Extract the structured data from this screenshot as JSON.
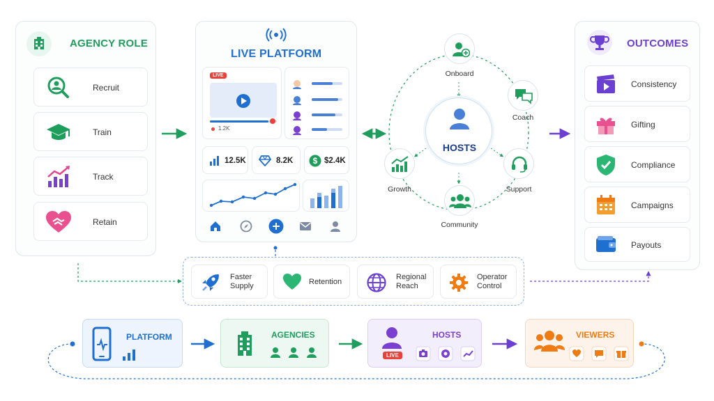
{
  "agency_role": {
    "title": "AGENCY ROLE",
    "items": [
      {
        "label": "Recruit",
        "icon": "magnifier-person-icon"
      },
      {
        "label": "Train",
        "icon": "graduation-cap-icon"
      },
      {
        "label": "Track",
        "icon": "bar-chart-trend-icon"
      },
      {
        "label": "Retain",
        "icon": "heart-handshake-icon"
      }
    ]
  },
  "live_platform": {
    "title": "LIVE PLATFORM",
    "live_badge": "LIVE",
    "viewer_count": "1.2K",
    "stats": [
      {
        "value": "12.5K",
        "icon": "bar-chart-icon"
      },
      {
        "value": "8.2K",
        "icon": "diamond-icon"
      },
      {
        "value": "$2.4K",
        "icon": "dollar-coin-icon"
      }
    ],
    "nav": [
      "home-icon",
      "compass-icon",
      "plus-circle-icon",
      "mail-icon",
      "user-icon"
    ]
  },
  "hosts_hub": {
    "center": "HOSTS",
    "nodes": [
      "Onboard",
      "Coach",
      "Support",
      "Community",
      "Growth"
    ]
  },
  "outcomes": {
    "title": "OUTCOMES",
    "items": [
      {
        "label": "Consistency",
        "icon": "clapper-play-icon"
      },
      {
        "label": "Gifting",
        "icon": "gift-icon"
      },
      {
        "label": "Compliance",
        "icon": "shield-check-icon"
      },
      {
        "label": "Campaigns",
        "icon": "calendar-icon"
      },
      {
        "label": "Payouts",
        "icon": "wallet-icon"
      }
    ]
  },
  "benefits": [
    {
      "label": "Faster\nSupply",
      "icon": "rocket-icon"
    },
    {
      "label": "Retention",
      "icon": "heart-icon"
    },
    {
      "label": "Regional\nReach",
      "icon": "globe-icon"
    },
    {
      "label": "Operator\nControl",
      "icon": "gear-icon"
    }
  ],
  "flow": [
    {
      "label": "PLATFORM",
      "color": "#1f6fd1"
    },
    {
      "label": "AGENCIES",
      "color": "#1f9d5c"
    },
    {
      "label": "HOSTS",
      "color": "#7a3fd1"
    },
    {
      "label": "VIEWERS",
      "color": "#ee7b13"
    }
  ],
  "flow_hosts_badge": "LIVE",
  "colors": {
    "green": "#1f9d5c",
    "blue": "#1f6fd1",
    "purple": "#6b3fd1",
    "orange": "#ee7b13"
  }
}
